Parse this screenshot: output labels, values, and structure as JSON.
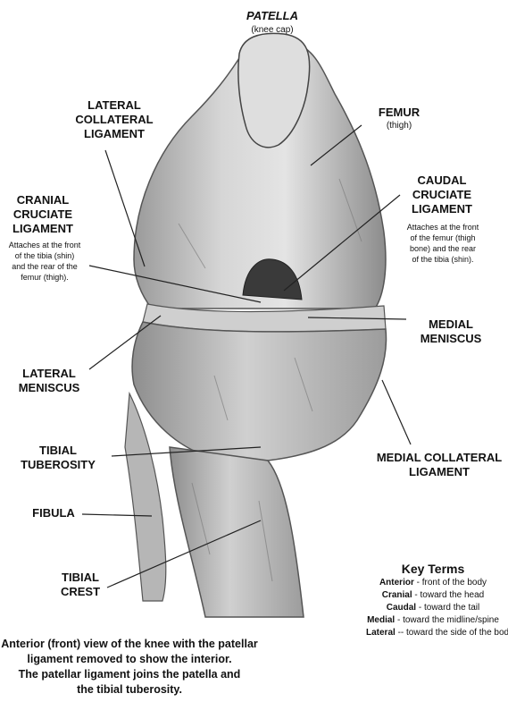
{
  "labels": {
    "patella": "PATELLA",
    "patella_sub": "(knee cap)",
    "femur": "FEMUR",
    "femur_sub": "(thigh)",
    "lcl_1": "LATERAL",
    "lcl_2": "COLLATERAL",
    "lcl_3": "LIGAMENT",
    "cranial_1": "CRANIAL",
    "cranial_2": "CRUCIATE",
    "cranial_3": "LIGAMENT",
    "cranial_note_1": "Attaches at the front",
    "cranial_note_2": "of the tibia (shin)",
    "cranial_note_3": "and the rear of the",
    "cranial_note_4": "femur (thigh).",
    "caudal_1": "CAUDAL",
    "caudal_2": "CRUCIATE",
    "caudal_3": "LIGAMENT",
    "caudal_note_1": "Attaches at the front",
    "caudal_note_2": "of the femur (thigh",
    "caudal_note_3": "bone) and the rear",
    "caudal_note_4": "of the tibia (shin).",
    "medial_meniscus_1": "MEDIAL",
    "medial_meniscus_2": "MENISCUS",
    "lateral_meniscus_1": "LATERAL",
    "lateral_meniscus_2": "MENISCUS",
    "tibial_tuberosity_1": "TIBIAL",
    "tibial_tuberosity_2": "TUBEROSITY",
    "mcl_1": "MEDIAL COLLATERAL",
    "mcl_2": "LIGAMENT",
    "fibula": "FIBULA",
    "tibial_crest_1": "TIBIAL",
    "tibial_crest_2": "CREST"
  },
  "key_terms": {
    "title": "Key Terms",
    "items": [
      {
        "term": "Anterior",
        "def": " - front of the body"
      },
      {
        "term": "Cranial",
        "def": " - toward the head"
      },
      {
        "term": "Caudal",
        "def": " - toward the tail"
      },
      {
        "term": "Medial",
        "def": " - toward the midline/spine"
      },
      {
        "term": "Lateral",
        "def": " -- toward the side of the body"
      }
    ]
  },
  "caption": {
    "line1": "Anterior (front) view of the knee with the patellar",
    "line2": "ligament removed to show the interior.",
    "line3": "The patellar ligament joins the patella and",
    "line4": "the tibial tuberosity."
  }
}
